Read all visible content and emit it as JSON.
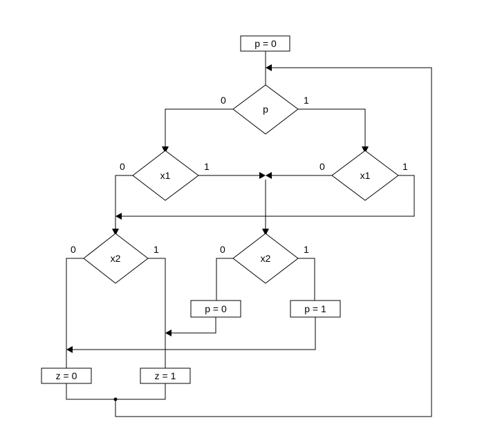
{
  "blocks": {
    "init": "p = 0",
    "cond_p": "p",
    "cond_x1_left": "x1",
    "cond_x1_right": "x1",
    "cond_x2_left": "x2",
    "cond_x2_right": "x2",
    "set_p0": "p = 0",
    "set_p1": "p = 1",
    "out_z0": "z = 0",
    "out_z1": "z = 1"
  },
  "branches": {
    "p_false": "0",
    "p_true": "1",
    "x1_left_false": "0",
    "x1_left_true": "1",
    "x1_right_false": "0",
    "x1_right_true": "1",
    "x2_left_false": "0",
    "x2_left_true": "1",
    "x2_right_false": "0",
    "x2_right_true": "1"
  }
}
